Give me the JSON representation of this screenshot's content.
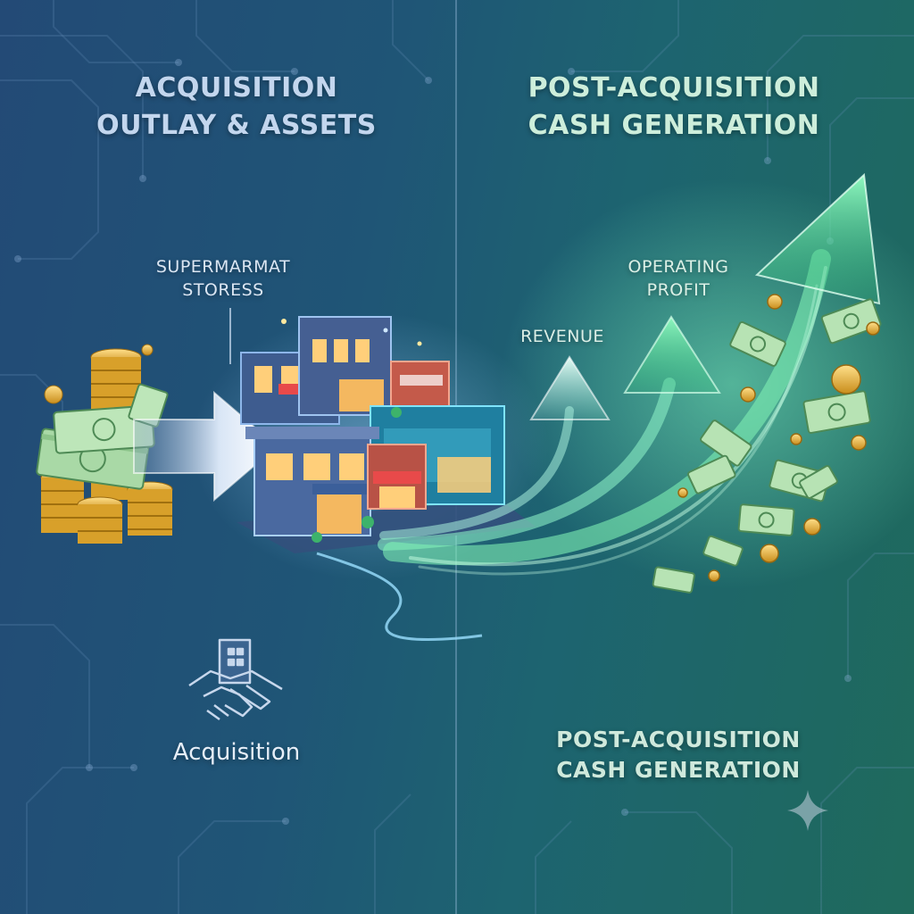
{
  "left_panel": {
    "title_line1": "ACQUISITION",
    "title_line2": "OUTLAY & ASSETS",
    "stores_label_line1": "SUPERMARMAT",
    "stores_label_line2": "STORESS",
    "acquisition_label": "Acquisition"
  },
  "right_panel": {
    "title_line1": "POST-ACQUISITION",
    "title_line2": "CASH GENERATION",
    "revenue_label": "REVENUE",
    "profit_label_line1": "OPERATING",
    "profit_label_line2": "PROFIT",
    "bottom_title_line1": "POST-ACQUISITION",
    "bottom_title_line2": "CASH GENERATION"
  },
  "icons": [
    "coin-stack-icon",
    "banknote-icon",
    "arrow-right-icon",
    "store-icon",
    "growth-arrow-icon",
    "handshake-building-icon",
    "sparkle-icon"
  ],
  "colors": {
    "background_left": "#234a76",
    "background_right": "#1f6a5c",
    "growth_green": "#5ee89a",
    "coin_gold": "#e8b53a"
  }
}
